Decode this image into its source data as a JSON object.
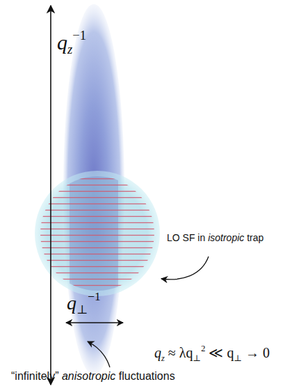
{
  "diagram": {
    "labels": [
      "q",
      "z",
      "−1",
      "q",
      "⊥",
      "−1",
      "LO SF in ",
      "isotropic",
      " trap",
      "q",
      "z",
      " ≈ λq",
      "⊥",
      "2",
      " ≪ q",
      "⊥",
      " → 0",
      "“infinitely” ",
      "anisotropic",
      " fluctuations"
    ]
  }
}
